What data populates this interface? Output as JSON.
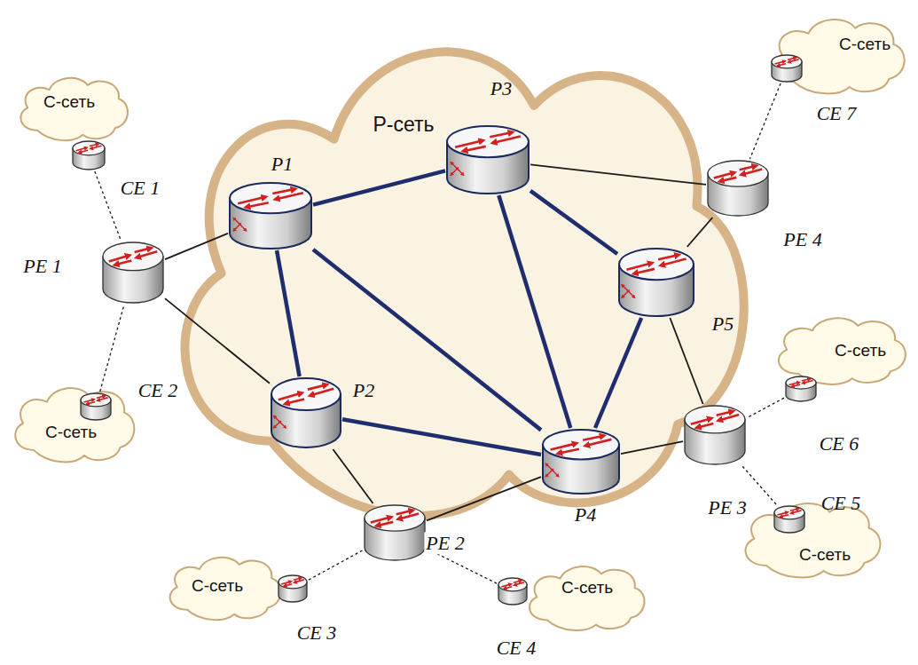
{
  "diagram": {
    "nodes": [
      {
        "text": [
          "Р-сеть"
        ]
      },
      {
        "text": [
          "P1"
        ],
        "in": 0
      },
      {
        "text": [
          "P2"
        ],
        "in": 0
      },
      {
        "text": [
          "P3"
        ],
        "in": 0
      },
      {
        "text": [
          "P4"
        ],
        "in": 0
      },
      {
        "text": [
          "P5"
        ],
        "in": 0
      },
      {
        "text": [
          "PE 1"
        ]
      },
      {
        "text": [
          "PE 2"
        ]
      },
      {
        "text": [
          "PE 3"
        ]
      },
      {
        "text": [
          "PE 4"
        ]
      },
      {
        "text": [
          "С-сеть"
        ]
      },
      {
        "text": [
          "С-сеть"
        ]
      },
      {
        "text": [
          "С-сеть"
        ]
      },
      {
        "text": [
          "С-сеть"
        ]
      },
      {
        "text": [
          "С-сеть"
        ]
      },
      {
        "text": [
          "С-сеть"
        ]
      },
      {
        "text": [
          "С-сеть"
        ]
      },
      {
        "text": [
          "CE 1"
        ]
      },
      {
        "text": [
          "CE 2"
        ]
      },
      {
        "text": [
          "CE 3"
        ]
      },
      {
        "text": [
          "CE 4"
        ]
      },
      {
        "text": [
          "CE 5"
        ]
      },
      {
        "text": [
          "CE 6"
        ]
      },
      {
        "text": [
          "CE 7"
        ]
      }
    ],
    "edges": [
      {
        "from": 6,
        "to": 1,
        "arrow": "none"
      },
      {
        "from": 6,
        "to": 2,
        "arrow": "none"
      },
      {
        "from": 1,
        "to": 3,
        "arrow": "none"
      },
      {
        "from": 1,
        "to": 2,
        "arrow": "none"
      },
      {
        "from": 1,
        "to": 4,
        "arrow": "none"
      },
      {
        "from": 2,
        "to": 4,
        "arrow": "none"
      },
      {
        "from": 3,
        "to": 4,
        "arrow": "none"
      },
      {
        "from": 3,
        "to": 5,
        "arrow": "none"
      },
      {
        "from": 3,
        "to": 9,
        "arrow": "none"
      },
      {
        "from": 5,
        "to": 9,
        "arrow": "none"
      },
      {
        "from": 5,
        "to": 4,
        "arrow": "none"
      },
      {
        "from": 5,
        "to": 8,
        "arrow": "none"
      },
      {
        "from": 4,
        "to": 8,
        "arrow": "none"
      },
      {
        "from": 4,
        "to": 7,
        "arrow": "none"
      },
      {
        "from": 2,
        "to": 7,
        "arrow": "none"
      },
      {
        "from": 17,
        "to": 6,
        "arrow": "none"
      },
      {
        "from": 18,
        "to": 6,
        "arrow": "none"
      },
      {
        "from": 19,
        "to": 7,
        "arrow": "none"
      },
      {
        "from": 20,
        "to": 7,
        "arrow": "none"
      },
      {
        "from": 21,
        "to": 8,
        "arrow": "none"
      },
      {
        "from": 22,
        "to": 8,
        "arrow": "none"
      },
      {
        "from": 23,
        "to": 9,
        "arrow": "none"
      }
    ]
  }
}
